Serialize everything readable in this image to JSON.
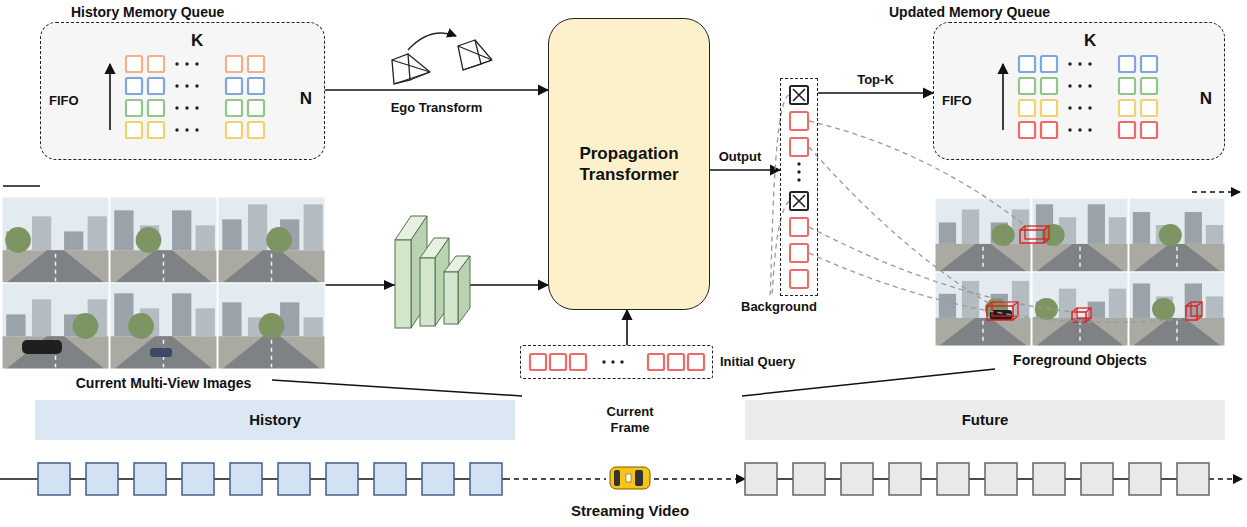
{
  "diagram": {
    "nodes": [
      {
        "text": [
          "History Memory Queue",
          "K",
          "N",
          "FIFO"
        ]
      },
      {
        "text": [
          "Propagation Transformer"
        ]
      },
      {
        "text": [
          "Current Multi-View Images"
        ]
      },
      {
        "text": [
          "Initial Query"
        ]
      },
      {
        "text": [
          "Background"
        ]
      },
      {
        "text": [
          "Updated Memory Queue",
          "K",
          "N",
          "FIFO"
        ]
      },
      {
        "text": [
          "Foreground Objects"
        ]
      },
      {
        "text": [
          "History"
        ]
      },
      {
        "text": [
          "Future"
        ]
      }
    ],
    "edges": [
      {
        "from": 0,
        "to": 1,
        "arrow": "to",
        "label": "Ego Transform"
      },
      {
        "from": 2,
        "to": 1,
        "arrow": "to"
      },
      {
        "from": 3,
        "to": 1,
        "arrow": "to"
      },
      {
        "from": 1,
        "to": 4,
        "arrow": "to",
        "label": "Output"
      },
      {
        "from": 4,
        "to": 5,
        "arrow": "to",
        "label": "Top-K"
      }
    ],
    "labels": [
      "Current Frame",
      "Streaming Video"
    ]
  }
}
